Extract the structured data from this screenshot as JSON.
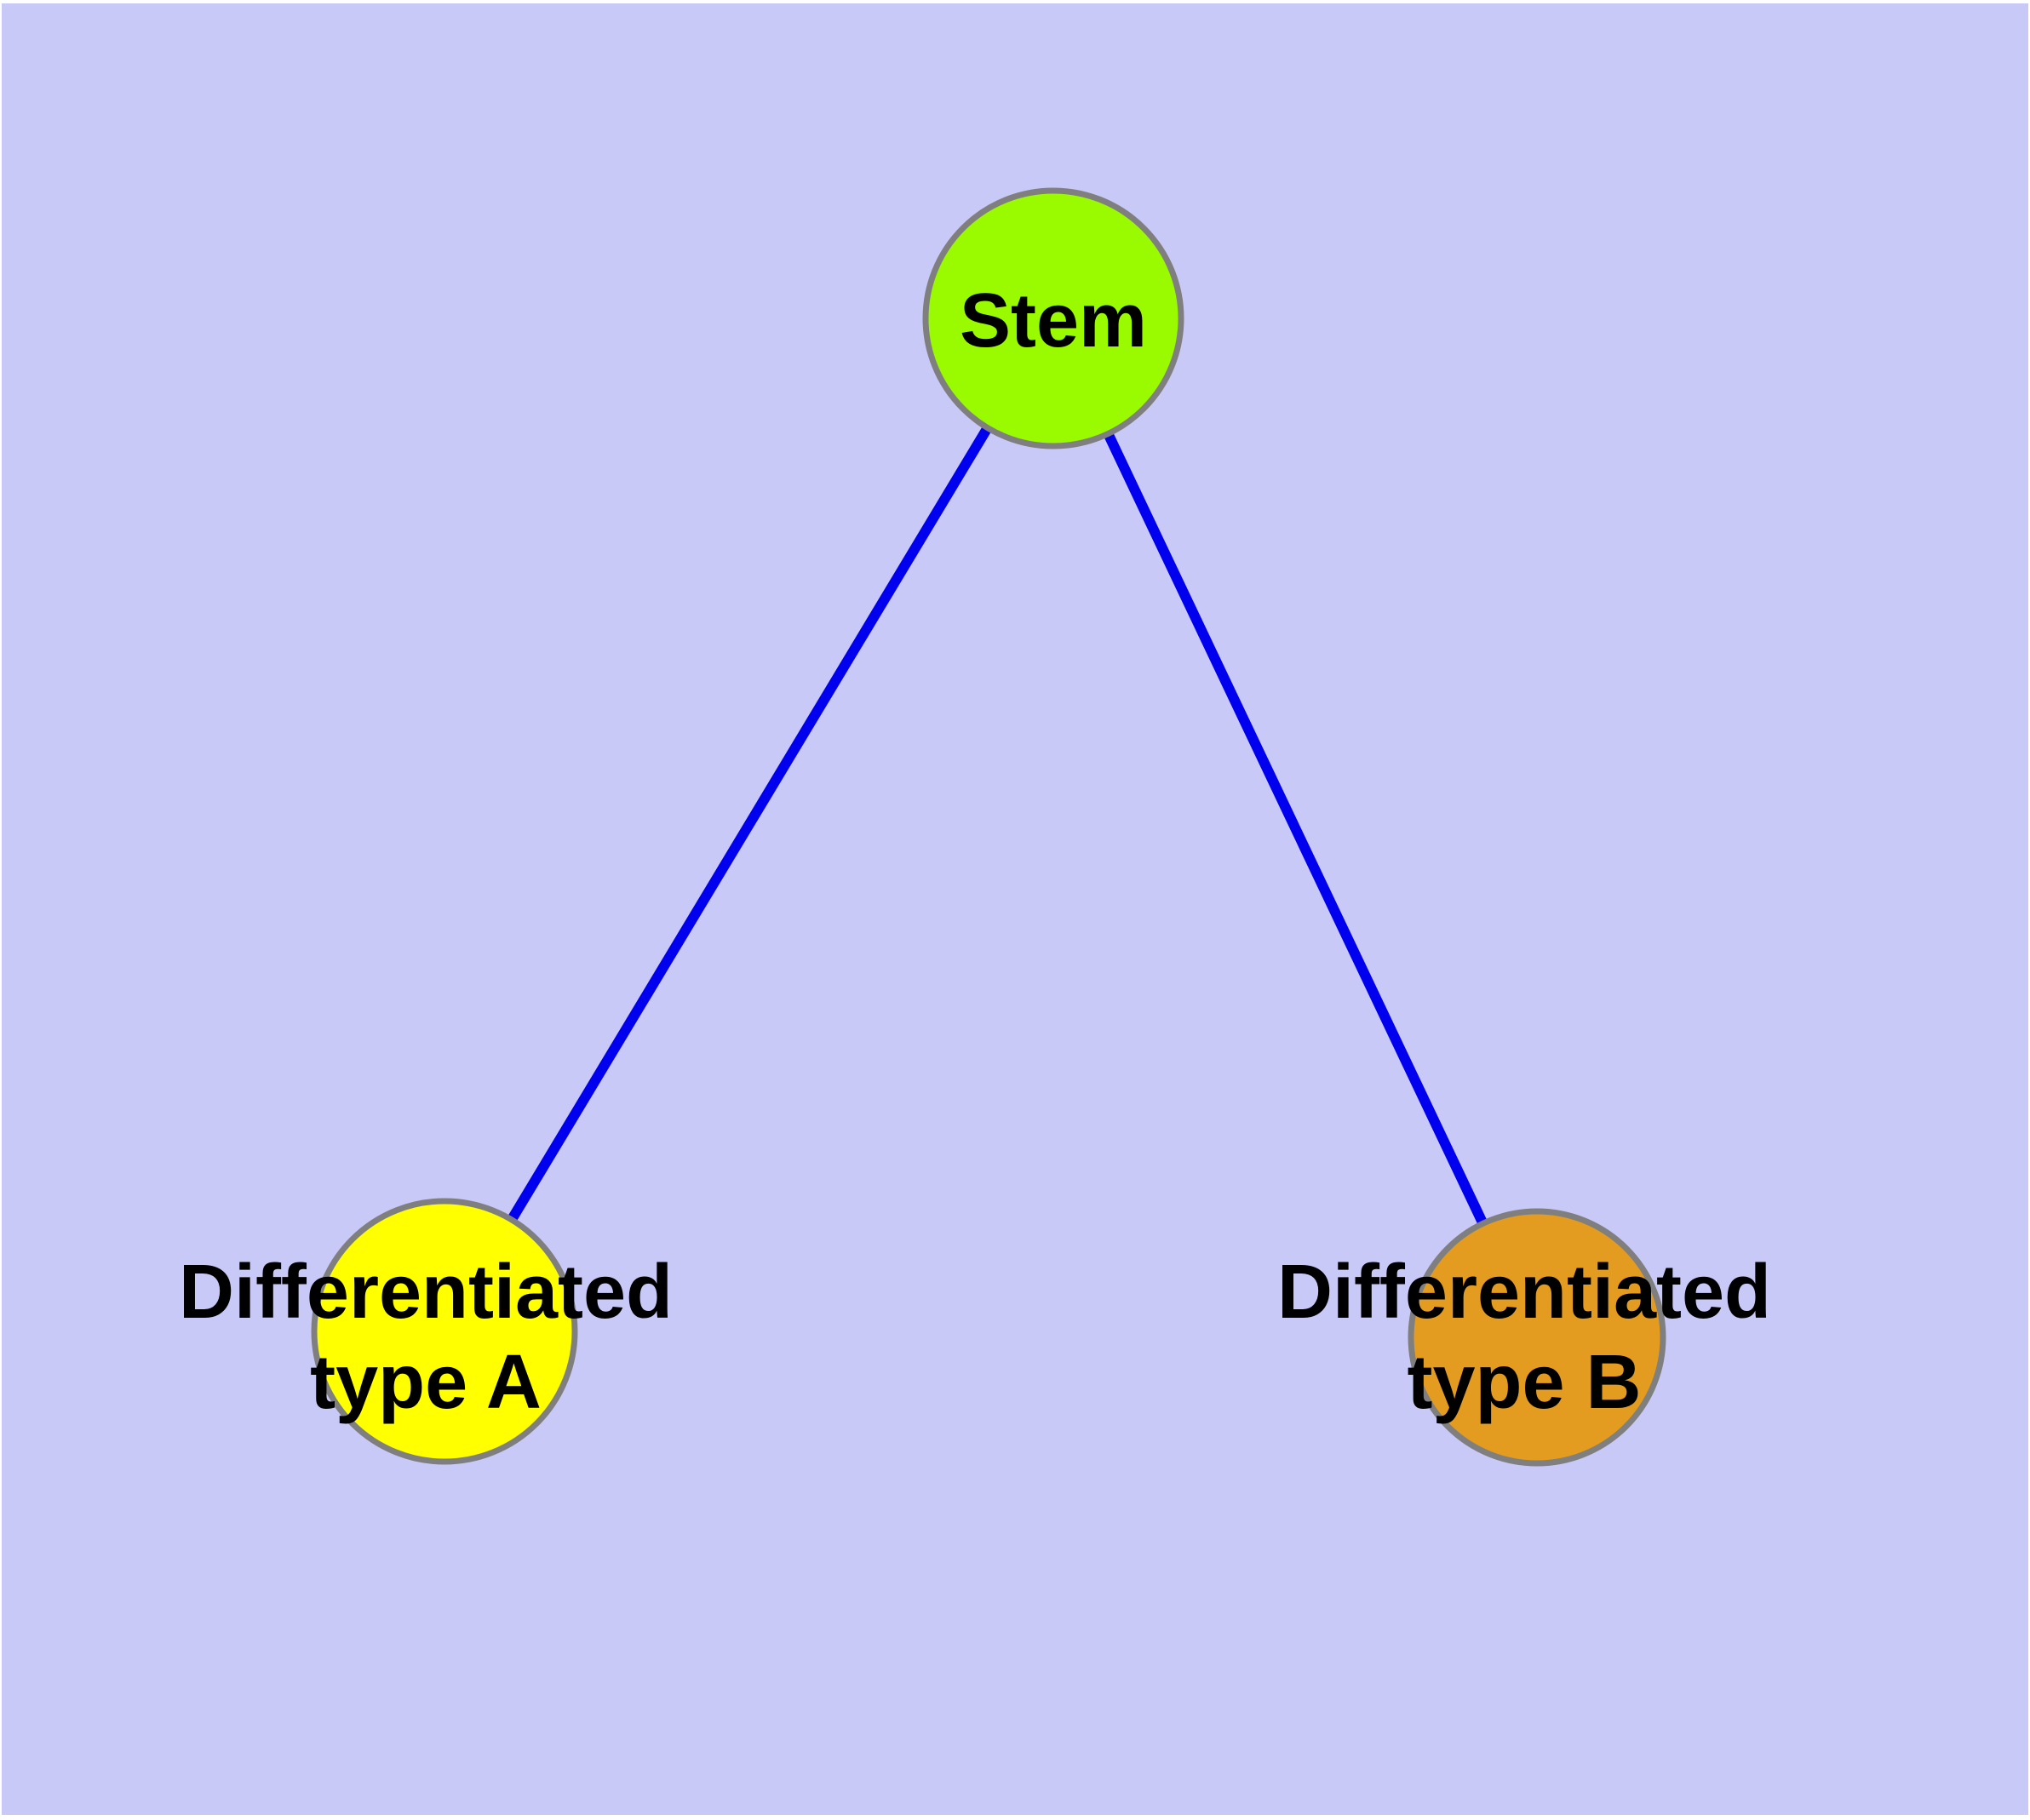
{
  "diagram": {
    "type": "node-link-graph",
    "colors": {
      "background": "#C9C9F8",
      "frame": "#FFFFFF",
      "edge": "#0000EE",
      "node_border": "#7F7F7F",
      "label_text": "#000000"
    },
    "nodes": {
      "stem": {
        "label": "Stem",
        "fill": "#9AFB00"
      },
      "type_a": {
        "label_line1": "Differentiated",
        "label_line2": "type A",
        "fill": "#FFFF00"
      },
      "type_b": {
        "label_line1": "Differentiated",
        "label_line2": "type B",
        "fill": "#E39C20"
      }
    },
    "edges": [
      {
        "from": "stem",
        "to": "type_a"
      },
      {
        "from": "stem",
        "to": "type_b"
      }
    ]
  }
}
